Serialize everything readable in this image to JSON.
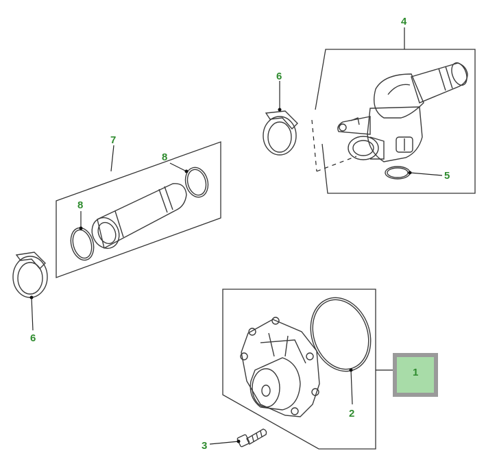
{
  "colors": {
    "callout_text": "#2e8b2e",
    "highlight_fill": "#a8dca8",
    "highlight_border": "#9a9a9a",
    "line": "#222222",
    "part_fill": "#f4f4f4"
  },
  "callouts": {
    "c1": "1",
    "c2": "2",
    "c3": "3",
    "c4": "4",
    "c5": "5",
    "c6a": "6",
    "c6b": "6",
    "c7": "7",
    "c8a": "8",
    "c8b": "8"
  },
  "parts": [
    {
      "id": "1",
      "name": "water-pump",
      "highlighted": true
    },
    {
      "id": "2",
      "name": "o-ring-pump"
    },
    {
      "id": "3",
      "name": "bolt"
    },
    {
      "id": "4",
      "name": "thermostat-housing"
    },
    {
      "id": "5",
      "name": "o-ring-thermostat"
    },
    {
      "id": "6",
      "name": "hose-clamp"
    },
    {
      "id": "7",
      "name": "coolant-pipe"
    },
    {
      "id": "8",
      "name": "o-ring-pipe"
    }
  ]
}
